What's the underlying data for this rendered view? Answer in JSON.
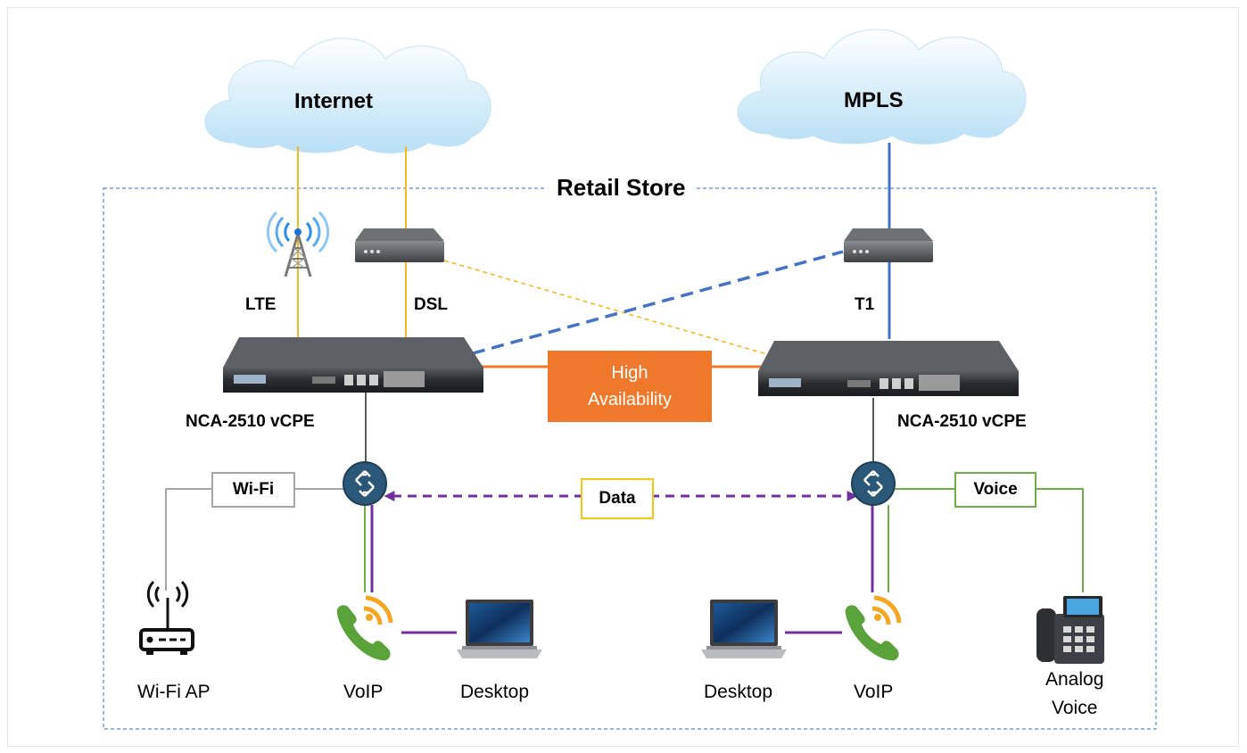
{
  "clouds": {
    "internet": "Internet",
    "mpls": "MPLS"
  },
  "store": {
    "title": "Retail Store"
  },
  "links": {
    "lte": "LTE",
    "dsl": "DSL",
    "t1": "T1"
  },
  "devices": {
    "left_vcpe": "NCA-2510 vCPE",
    "right_vcpe": "NCA-2510 vCPE"
  },
  "ha_box": {
    "line1": "High",
    "line2": "Availability"
  },
  "tags": {
    "wifi": "Wi-Fi",
    "data": "Data",
    "voice": "Voice"
  },
  "endpoints": {
    "wifi_ap": "Wi-Fi AP",
    "voip_left": "VoIP",
    "desktop_left": "Desktop",
    "desktop_right": "Desktop",
    "voip_right": "VoIP",
    "analog_line1": "Analog",
    "analog_line2": "Voice"
  },
  "colors": {
    "internet_links": "#f5b825",
    "mpls_links": "#4472c4",
    "ha_link": "#f0782c",
    "data_link": "#7030a0",
    "voice_link": "#70ad47",
    "wifi_link": "#a6a6a6",
    "store_border": "#5b8bc4"
  }
}
